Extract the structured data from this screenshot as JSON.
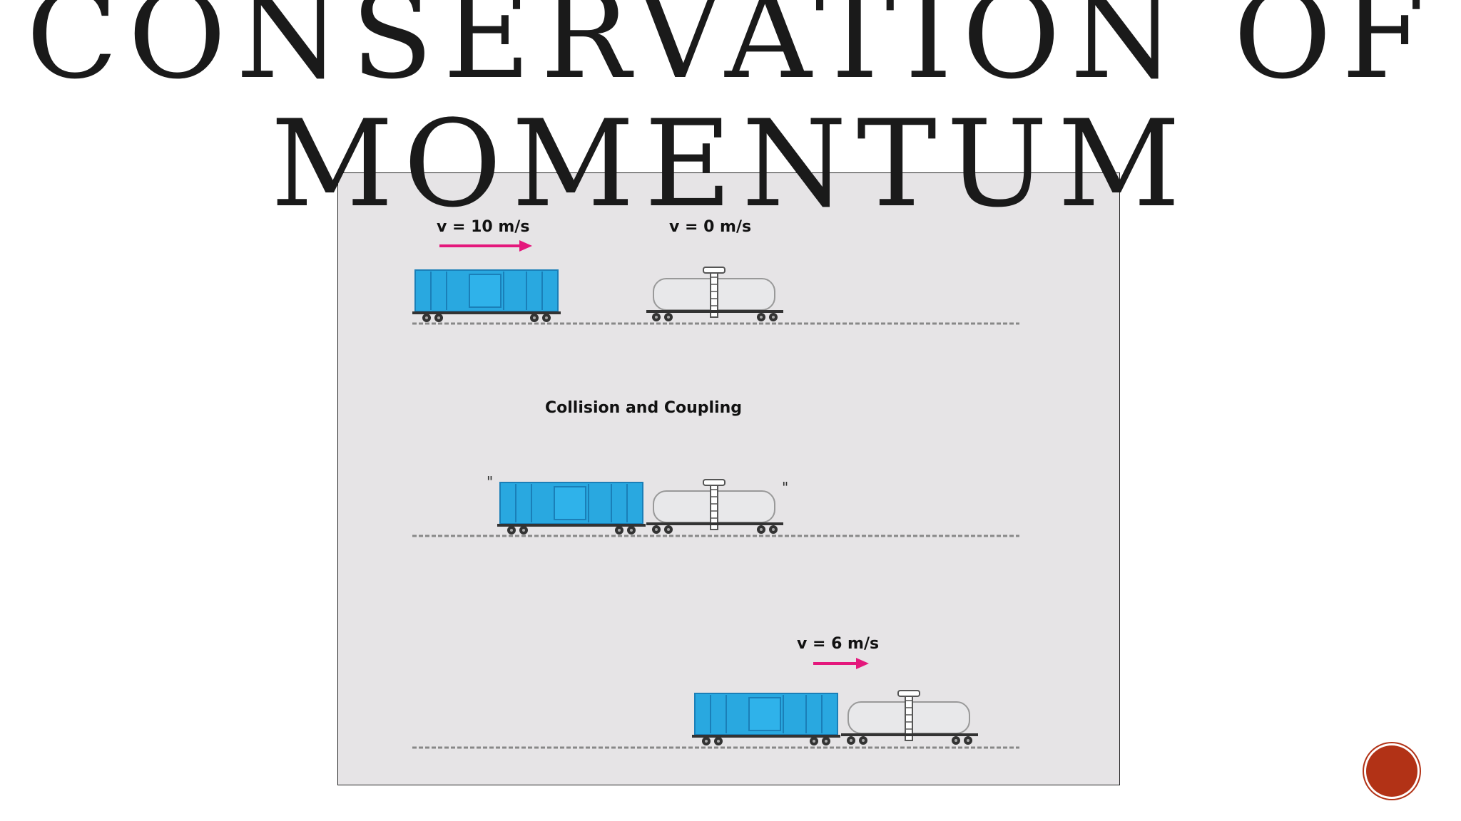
{
  "slide": {
    "title_line1": "CONSERVATION OF",
    "title_line2": "MOMENTUM"
  },
  "diagram": {
    "label_before_box": "v = 10 m/s",
    "label_before_tank": "v = 0 m/s",
    "label_collision": "Collision and Coupling",
    "label_after": "v = 6 m/s",
    "colors": {
      "boxcar": "#29a8e0",
      "tankcar": "#e8e8ea",
      "arrow": "#e4187c",
      "track": "#888888"
    }
  },
  "nav": {
    "icon": "next-slide-circle-icon"
  }
}
